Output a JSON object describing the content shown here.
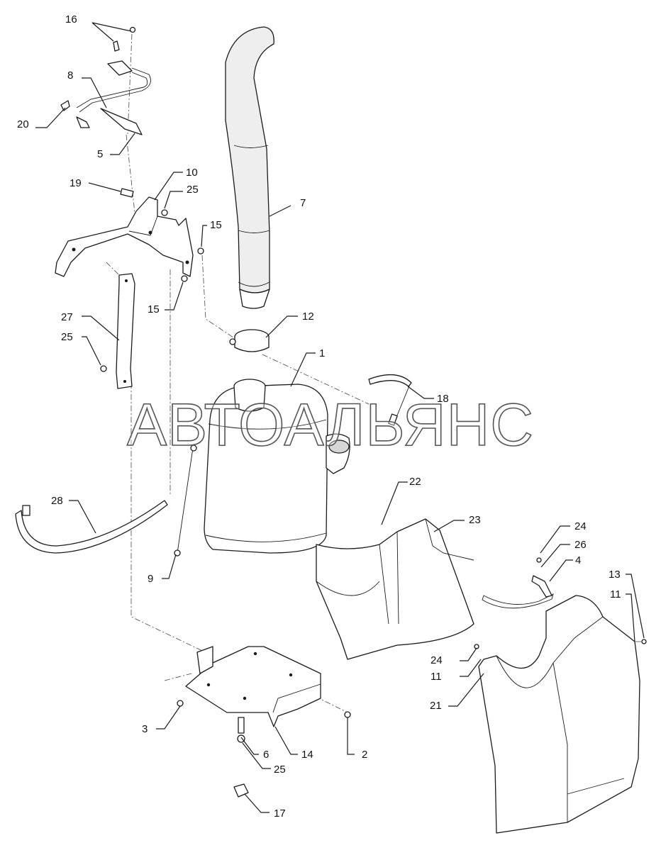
{
  "watermark": "АВТОАЛЬЯНС",
  "callouts": {
    "c1": "1",
    "c2": "2",
    "c3": "3",
    "c4": "4",
    "c5": "5",
    "c6": "6",
    "c7": "7",
    "c8": "8",
    "c9": "9",
    "c10": "10",
    "c11a": "11",
    "c11b": "11",
    "c12": "12",
    "c13": "13",
    "c14": "14",
    "c15a": "15",
    "c15b": "15",
    "c16": "16",
    "c17": "17",
    "c18": "18",
    "c19": "19",
    "c20": "20",
    "c21": "21",
    "c22": "22",
    "c23": "23",
    "c24a": "24",
    "c24b": "24",
    "c25a": "25",
    "c25b": "25",
    "c25c": "25",
    "c26": "26",
    "c27": "27",
    "c28": "28"
  }
}
